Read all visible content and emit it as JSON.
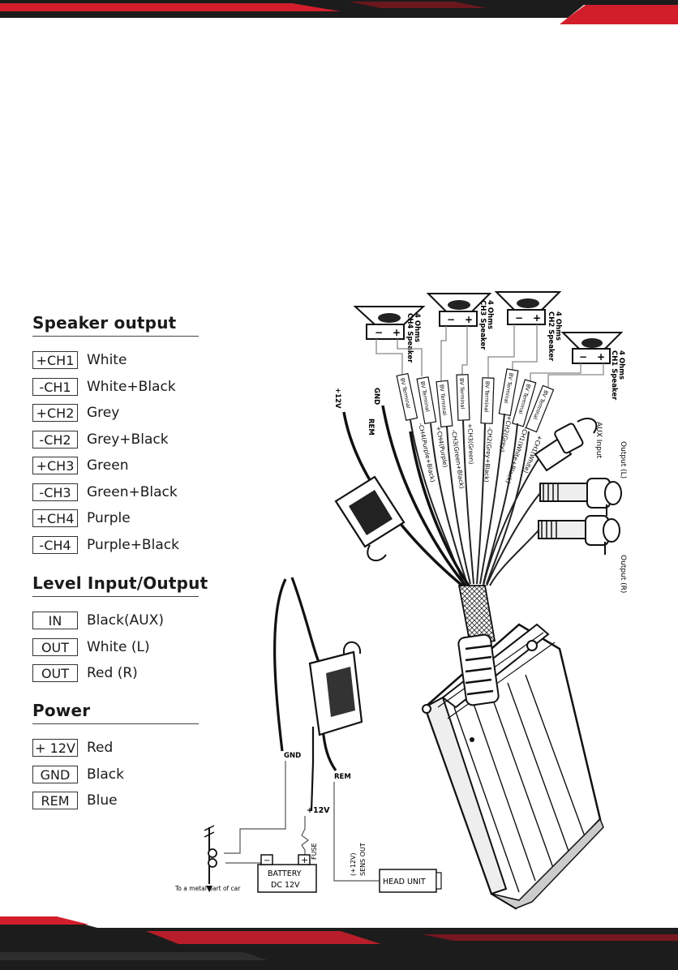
{
  "colors": {
    "brand_red": "#d21e2b",
    "dark": "#1c1c1c",
    "wire": "#222222"
  },
  "legend": {
    "speaker": {
      "title": "Speaker output",
      "rows": [
        {
          "code": "+CH1",
          "desc": "White"
        },
        {
          "code": "-CH1",
          "desc": "White+Black"
        },
        {
          "code": "+CH2",
          "desc": "Grey"
        },
        {
          "code": "-CH2",
          "desc": "Grey+Black"
        },
        {
          "code": "+CH3",
          "desc": "Green"
        },
        {
          "code": "-CH3",
          "desc": "Green+Black"
        },
        {
          "code": "+CH4",
          "desc": "Purple"
        },
        {
          "code": "-CH4",
          "desc": "Purple+Black"
        }
      ]
    },
    "level": {
      "title": "Level Input/Output",
      "rows": [
        {
          "code": "IN",
          "desc": "Black(AUX)"
        },
        {
          "code": "OUT",
          "desc": "White (L)"
        },
        {
          "code": "OUT",
          "desc": "Red (R)"
        }
      ]
    },
    "power": {
      "title": "Power",
      "rows": [
        {
          "code": "+ 12V",
          "desc": "Red"
        },
        {
          "code": "GND",
          "desc": "Black"
        },
        {
          "code": "REM",
          "desc": "Blue"
        }
      ]
    }
  },
  "diagram": {
    "speakers": [
      {
        "ohms": "4 Ohms",
        "name": "CH4 Speaker"
      },
      {
        "ohms": "4 Ohms",
        "name": "CH3 Speaker"
      },
      {
        "ohms": "4 Ohms",
        "name": "CH2 Speaker"
      },
      {
        "ohms": "4 Ohms",
        "name": "CH1 Speaker"
      }
    ],
    "terminal_label": "BV Terminal",
    "wire_labels": [
      "-CH4(Purple+Black)",
      "+CH4(Purple)",
      "-CH3(Green+Black)",
      "+CH3(Green)",
      "-CH2(Grey+Black)",
      "+CH2(Grey)",
      "-CH1(White+Black)",
      "+CH1(White)"
    ],
    "pos_label": "+12V",
    "gnd_label": "GND",
    "rem_label": "REM",
    "aux_input": "AUX Input",
    "output_l": "Output (L)",
    "output_r": "Output (R)",
    "bottom": {
      "gnd": "GND",
      "rem": "REM",
      "pos": "+12V",
      "fuse": "FUSE",
      "battery_line1": "BATTERY",
      "battery_line2": "DC 12V",
      "minus": "−",
      "plus": "+",
      "sens_out_line1": "(+12V)",
      "sens_out_line2": "SENS OUT",
      "head_unit": "HEAD UNIT",
      "ground_note": "To a metal part of car"
    }
  }
}
